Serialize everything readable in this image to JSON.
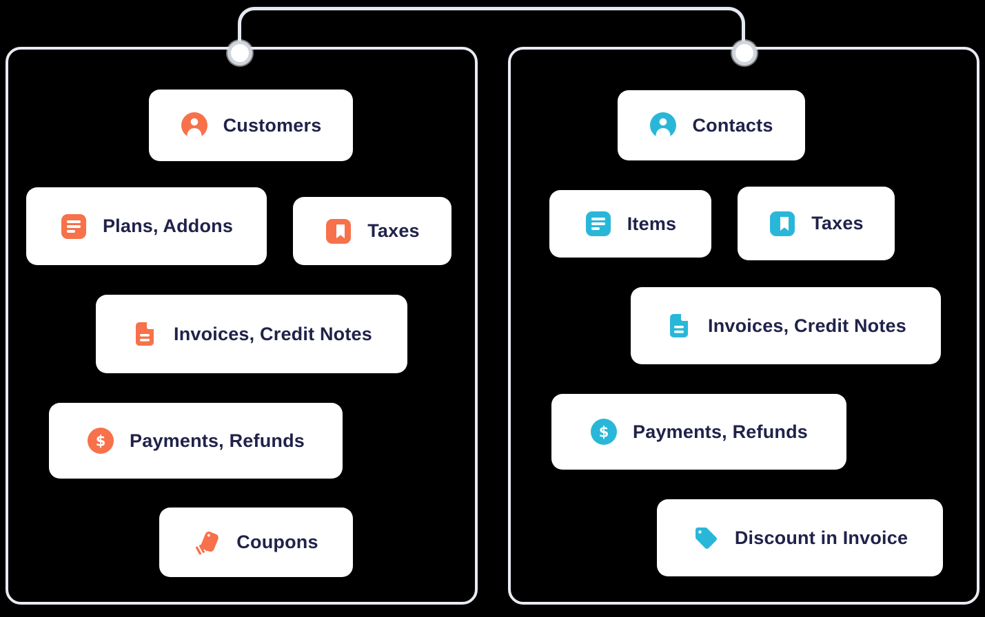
{
  "colors": {
    "background": "#000000",
    "panel_border": "#E8EBF2",
    "connector": "#E4E8EF",
    "grommet_ring": "#D0D4DB",
    "card_bg": "#FFFFFF",
    "text": "#20224A",
    "orange": "#F7714A",
    "cyan": "#29B7D9"
  },
  "panels": [
    {
      "name": "left",
      "accent": "#F7714A",
      "items": [
        {
          "label": "Customers",
          "icon": "user-icon"
        },
        {
          "label": "Plans, Addons",
          "icon": "list-icon"
        },
        {
          "label": "Taxes",
          "icon": "bookmark-icon"
        },
        {
          "label": "Invoices, Credit Notes",
          "icon": "document-icon"
        },
        {
          "label": "Payments, Refunds",
          "icon": "dollar-icon"
        },
        {
          "label": "Coupons",
          "icon": "tags-icon"
        }
      ]
    },
    {
      "name": "right",
      "accent": "#29B7D9",
      "items": [
        {
          "label": "Contacts",
          "icon": "user-icon"
        },
        {
          "label": "Items",
          "icon": "list-icon"
        },
        {
          "label": "Taxes",
          "icon": "bookmark-icon"
        },
        {
          "label": "Invoices, Credit Notes",
          "icon": "document-icon"
        },
        {
          "label": "Payments, Refunds",
          "icon": "dollar-icon"
        },
        {
          "label": "Discount in Invoice",
          "icon": "tag-icon"
        }
      ]
    }
  ]
}
